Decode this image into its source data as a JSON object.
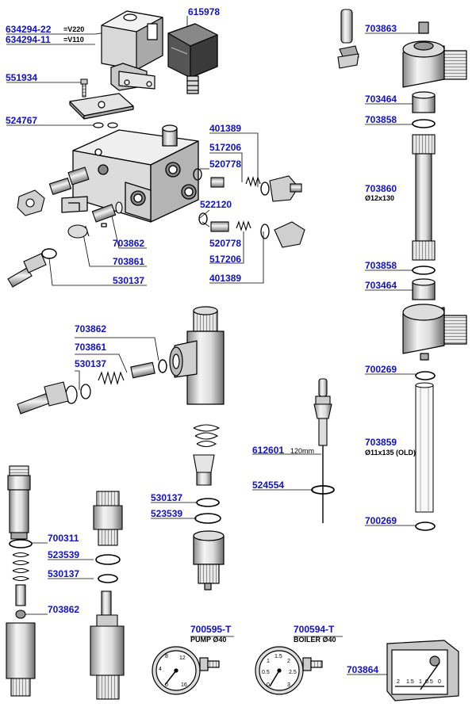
{
  "colors": {
    "label": "#1010c8",
    "leader": "#000000"
  },
  "callouts": {
    "p634294_22": "634294-22",
    "v220": "=V220",
    "p634294_11": "634294-11",
    "v110": "=V110",
    "p615978": "615978",
    "p551934": "551934",
    "p524767": "524767",
    "p401389_a": "401389",
    "p517206_a": "517206",
    "p520778_a": "520778",
    "p522120": "522120",
    "p520778_b": "520778",
    "p517206_b": "517206",
    "p401389_b": "401389",
    "p703862_a": "703862",
    "p703861_a": "703861",
    "p530137_a": "530137",
    "p703863": "703863",
    "p703464_a": "703464",
    "p703858_a": "703858",
    "p703860": "703860",
    "dim_703860": "Ø12x130",
    "p703858_b": "703858",
    "p703464_b": "703464",
    "p700269_a": "700269",
    "p703859": "703859",
    "dim_703859": "Ø11x135 (OLD)",
    "p700269_b": "700269",
    "p703862_b": "703862",
    "p703861_b": "703861",
    "p530137_b": "530137",
    "p612601": "612601",
    "len_612601": "120mm",
    "p524554": "524554",
    "p530137_c": "530137",
    "p523539_a": "523539",
    "p700311": "700311",
    "p523539_b": "523539",
    "p530137_d": "530137",
    "p703862_c": "703862",
    "p700595": "700595-T",
    "pump_note": "PUMP Ø40",
    "p700594": "700594-T",
    "boiler_note": "BOILER Ø40",
    "p703864": "703864"
  },
  "gauges": {
    "pump": {
      "ticks": [
        "0",
        "4",
        "8",
        "12",
        "16"
      ]
    },
    "boiler": {
      "ticks": [
        "0",
        "0.5",
        "1",
        "1.5",
        "2",
        "2.5",
        "3"
      ]
    },
    "meter": {
      "ticks": [
        "2",
        "1.5",
        "1",
        "0.5",
        "0"
      ]
    }
  }
}
